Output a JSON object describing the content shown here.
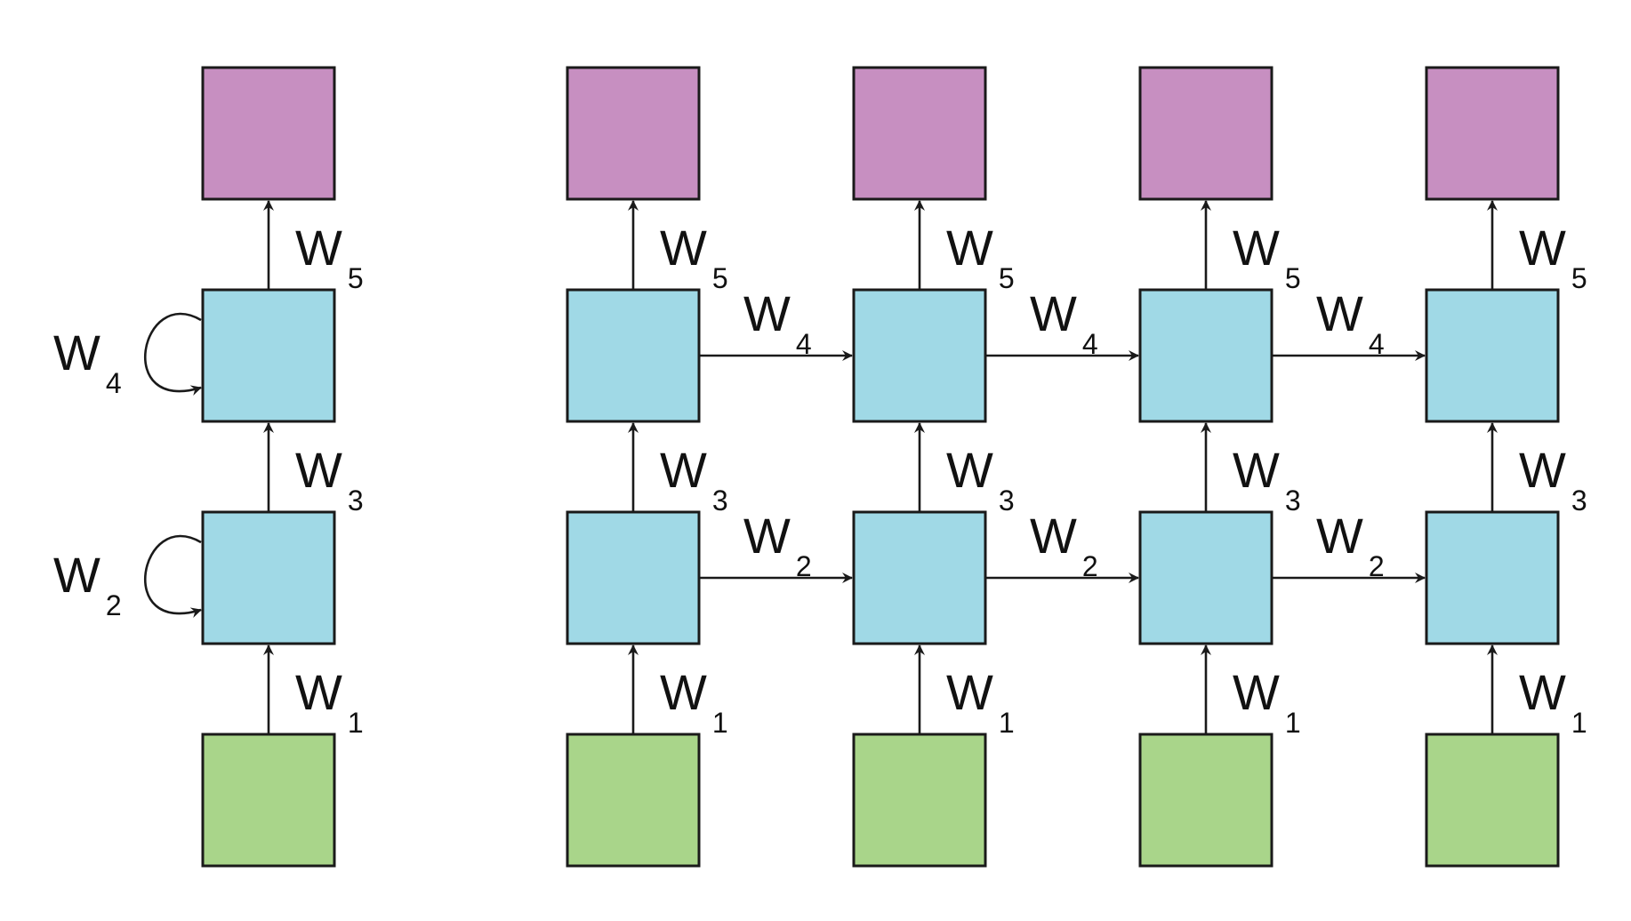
{
  "colors": {
    "input": "#a9d58a",
    "hidden": "#a0d9e6",
    "output": "#c78fc1",
    "stroke": "#1a1a1a"
  },
  "weights": {
    "w1": {
      "letter": "W",
      "sub": "1"
    },
    "w2": {
      "letter": "W",
      "sub": "2"
    },
    "w3": {
      "letter": "W",
      "sub": "3"
    },
    "w4": {
      "letter": "W",
      "sub": "4"
    },
    "w5": {
      "letter": "W",
      "sub": "5"
    }
  },
  "rolled": {
    "layers": [
      "input",
      "hidden",
      "hidden",
      "output"
    ],
    "vertical_weights": [
      "w1",
      "w3",
      "w5"
    ],
    "self_loops": [
      "w2",
      "w4"
    ]
  },
  "unrolled": {
    "timesteps": 4,
    "layers": [
      "input",
      "hidden",
      "hidden",
      "output"
    ],
    "vertical_weights": [
      "w1",
      "w3",
      "w5"
    ],
    "horizontal_weights": [
      "w2",
      "w4"
    ]
  }
}
